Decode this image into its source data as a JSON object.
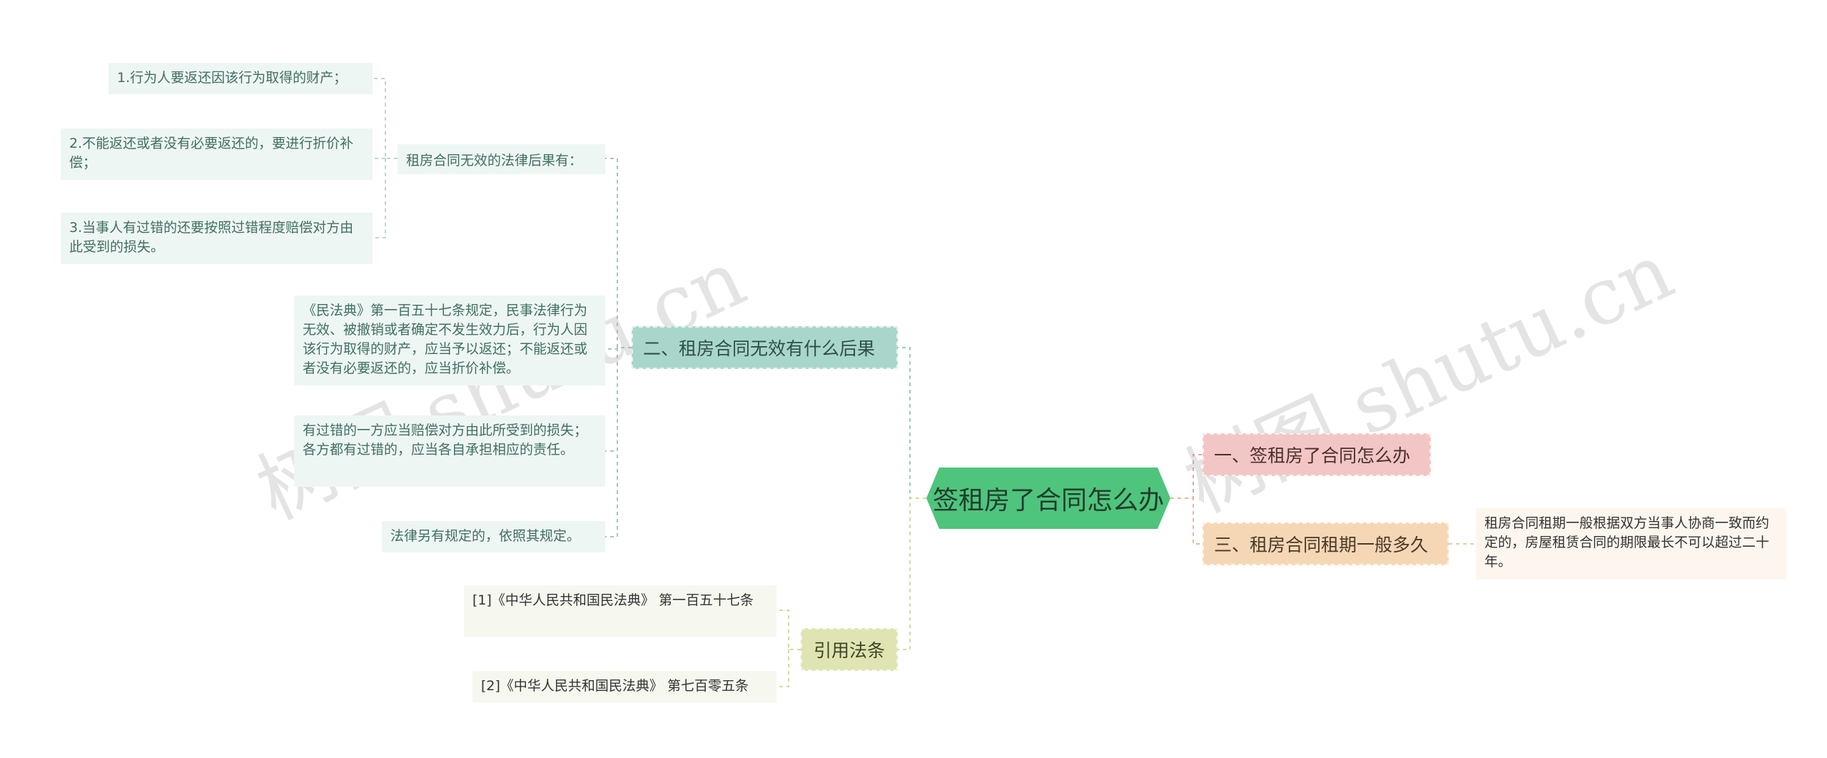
{
  "center": {
    "title": "签租房了合同怎么办"
  },
  "right": {
    "branch1": "一、签租房了合同怎么办",
    "branch3": "三、租房合同租期一般多久",
    "branch3_leaf": "租房合同租期一般根据双方当事人协商一致而约定的，房屋租赁合同的期限最长不可以超过二十年。"
  },
  "left": {
    "branch2": "二、租房合同无效有什么后果",
    "mid_label": "租房合同无效的法律后果有：",
    "consequences": [
      "1.行为人要返还因该行为取得的财产；",
      "2.不能返还或者没有必要返还的，要进行折价补偿；",
      "3.当事人有过错的还要按照过错程度赔偿对方由此受到的损失。"
    ],
    "civil_code_leaf": "《民法典》第一百五十七条规定，民事法律行为无效、被撤销或者确定不发生效力后，行为人因该行为取得的财产，应当予以返还；不能返还或者没有必要返还的，应当折价补偿。",
    "fault_leaf": "有过错的一方应当赔偿对方由此所受到的损失；各方都有过错的，应当各自承担相应的责任。",
    "other_leaf": "法律另有规定的，依照其规定。",
    "citations_branch": "引用法条",
    "citations": [
      "[1]《中华人民共和国民法典》 第一百五十七条",
      "[2]《中华人民共和国民法典》 第七百零五条"
    ]
  },
  "watermark": [
    "树图 shutu.cn",
    "树图 shutu.cn"
  ],
  "colors": {
    "center": "#4fc47c",
    "teal": "#a9d6cb",
    "pink": "#f2c6c4",
    "peach": "#f5d7b5",
    "olive": "#dfe4b2",
    "leaf_green": "#eef6f3"
  }
}
